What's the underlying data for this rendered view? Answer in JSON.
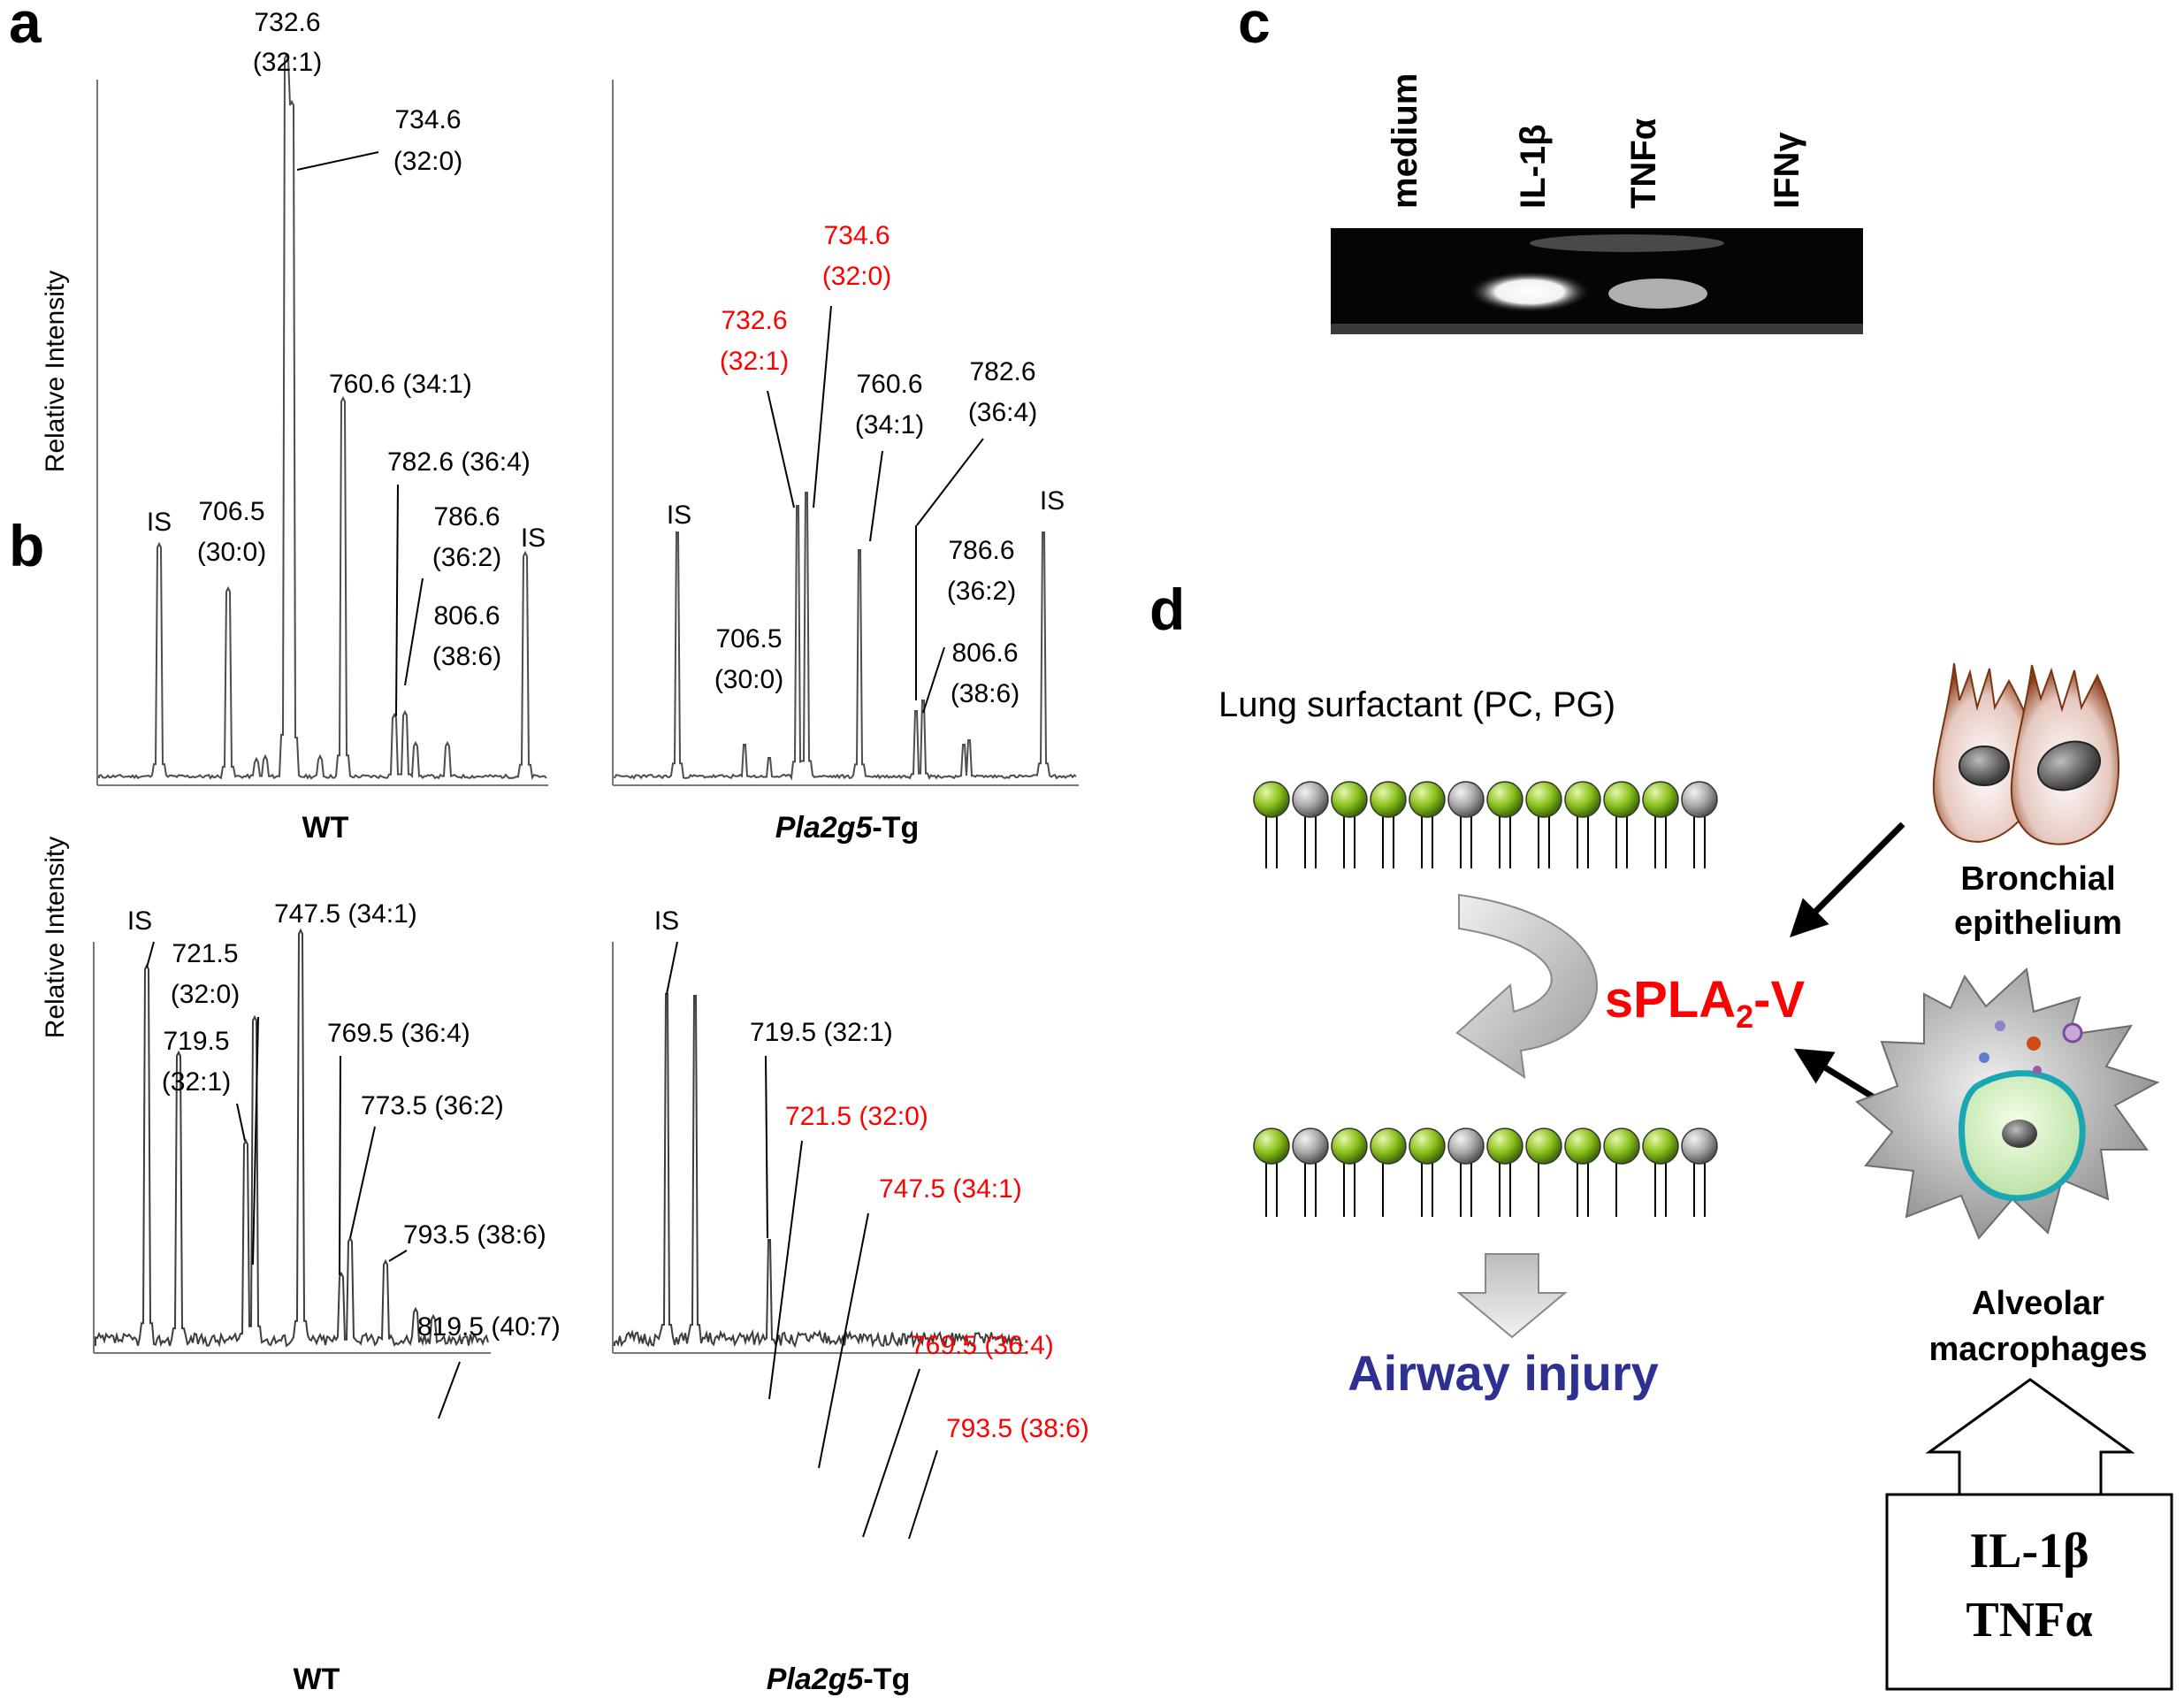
{
  "panel_letters": {
    "a": "a",
    "b": "b",
    "c": "c",
    "d": "d"
  },
  "spectra": {
    "ylabel": "Relative Intensity",
    "a_wt": {
      "genotype": "WT",
      "labels": [
        {
          "key": "is1",
          "lines": [
            "IS"
          ]
        },
        {
          "key": "p706",
          "lines": [
            "706.5",
            "(30:0)"
          ]
        },
        {
          "key": "p732",
          "lines": [
            "732.6",
            "(32:1)"
          ]
        },
        {
          "key": "p734",
          "lines": [
            "734.6",
            "(32:0)"
          ]
        },
        {
          "key": "p760",
          "lines": [
            "760.6 (34:1)"
          ]
        },
        {
          "key": "p782",
          "lines": [
            "782.6 (36:4)"
          ]
        },
        {
          "key": "p786",
          "lines": [
            "786.6",
            "(36:2)"
          ]
        },
        {
          "key": "p806",
          "lines": [
            "806.6",
            "(38:6)"
          ]
        },
        {
          "key": "is2",
          "lines": [
            "IS"
          ]
        }
      ]
    },
    "a_tg": {
      "genotype_italic": "Pla2g5",
      "genotype_suffix": "-Tg",
      "labels": [
        {
          "key": "is1",
          "lines": [
            "IS"
          ]
        },
        {
          "key": "p706",
          "lines": [
            "706.5",
            "(30:0)"
          ]
        },
        {
          "key": "p732",
          "lines": [
            "732.6",
            "(32:1)"
          ],
          "highlight": true
        },
        {
          "key": "p734",
          "lines": [
            "734.6",
            "(32:0)"
          ],
          "highlight": true
        },
        {
          "key": "p760",
          "lines": [
            "760.6",
            "(34:1)"
          ]
        },
        {
          "key": "p782",
          "lines": [
            "782.6",
            "(36:4)"
          ]
        },
        {
          "key": "p786",
          "lines": [
            "786.6",
            "(36:2)"
          ]
        },
        {
          "key": "p806",
          "lines": [
            "806.6",
            "(38:6)"
          ]
        },
        {
          "key": "is2",
          "lines": [
            "IS"
          ]
        }
      ]
    },
    "b_wt": {
      "genotype": "WT",
      "labels": [
        {
          "key": "is",
          "lines": [
            "IS"
          ]
        },
        {
          "key": "p721",
          "lines": [
            "721.5",
            "(32:0)"
          ]
        },
        {
          "key": "p747",
          "lines": [
            "747.5 (34:1)"
          ]
        },
        {
          "key": "p719",
          "lines": [
            "719.5",
            "(32:1)"
          ]
        },
        {
          "key": "p769",
          "lines": [
            "769.5 (36:4)"
          ]
        },
        {
          "key": "p773",
          "lines": [
            "773.5 (36:2)"
          ]
        },
        {
          "key": "p793",
          "lines": [
            "793.5 (38:6)"
          ]
        },
        {
          "key": "p819",
          "lines": [
            "819.5 (40:7)"
          ]
        }
      ]
    },
    "b_tg": {
      "genotype_italic": "Pla2g5",
      "genotype_suffix": "-Tg",
      "labels": [
        {
          "key": "is",
          "lines": [
            "IS"
          ]
        },
        {
          "key": "p719",
          "lines": [
            "719.5 (32:1)"
          ]
        },
        {
          "key": "p721",
          "lines": [
            "721.5 (32:0)"
          ],
          "highlight": true
        },
        {
          "key": "p747",
          "lines": [
            "747.5 (34:1)"
          ],
          "highlight": true
        },
        {
          "key": "p769",
          "lines": [
            "769.5 (36:4)"
          ],
          "highlight": true
        },
        {
          "key": "p793",
          "lines": [
            "793.5 (38:6)"
          ],
          "highlight": true
        }
      ]
    }
  },
  "gel": {
    "lanes": [
      "medium",
      "IL-1β",
      "TNFα",
      "IFNγ"
    ]
  },
  "diagram": {
    "surfactant_label": "Lung surfactant (PC, PG)",
    "enzyme_main": "sPLA",
    "enzyme_sub": "2",
    "enzyme_suffix": "-V",
    "outcome": "Airway injury",
    "cell1_line1": "Bronchial",
    "cell1_line2": "epithelium",
    "cell2_line1": "Alveolar",
    "cell2_line2": "macrophages",
    "stimuli_line1": "IL-1β",
    "stimuli_line2": "TNFα"
  },
  "colors": {
    "highlight": "#ff0000",
    "enzyme": "#ff0000",
    "outcome": "#2e3192",
    "lipid_green": "#7cb518",
    "lipid_gray": "#a0a0a0"
  }
}
